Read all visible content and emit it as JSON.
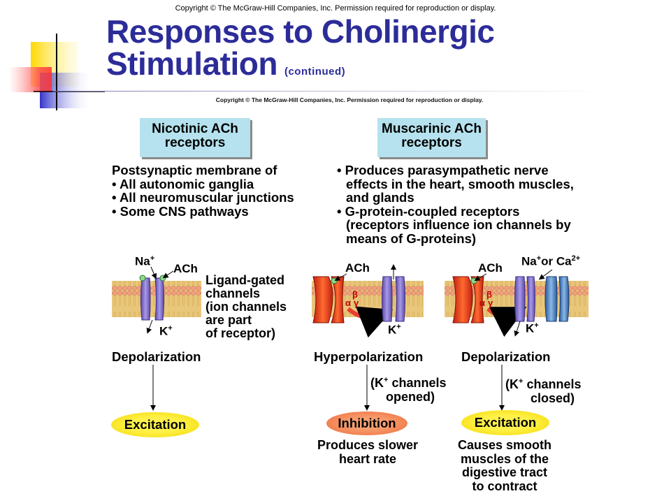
{
  "header": {
    "copyright_top": "Copyright © The McGraw-Hill Companies, Inc. Permission required for reproduction or display.",
    "title_line1": "Responses to Cholinergic",
    "title_line2": "Stimulation",
    "title_suffix": "(continued)"
  },
  "figure": {
    "copyright": "Copyright © The McGraw-Hill Companies, Inc. Permission required for reproduction or display.",
    "nicotinic": {
      "box_line1": "Nicotinic ACh",
      "box_line2": "receptors",
      "intro": "Postsynaptic membrane of",
      "bullets": [
        "All autonomic ganglia",
        "All neuromuscular junctions",
        "Some CNS pathways"
      ],
      "ion_top": "Na",
      "ion_top_sup": "+",
      "ligand": "ACh",
      "ion_bottom": "K",
      "ion_bottom_sup": "+",
      "channel_note": [
        "Ligand-gated",
        "channels",
        "(ion channels",
        "are part",
        "of receptor)"
      ],
      "effect": "Depolarization",
      "outcome": "Excitation"
    },
    "muscarinic": {
      "box_line1": "Muscarinic ACh",
      "box_line2": "receptors",
      "bullet1": [
        "Produces parasympathetic nerve",
        "effects in the heart, smooth muscles,",
        "and glands"
      ],
      "bullet2": [
        "G-protein-coupled receptors",
        "(receptors influence ion channels by",
        "means of G-proteins)"
      ],
      "left": {
        "ligand": "ACh",
        "alpha": "α",
        "beta": "β",
        "gamma": "γ",
        "ion_bottom": "K",
        "ion_bottom_sup": "+",
        "effect": "Hyperpolarization",
        "note_line1_ion": "K",
        "note_line1_sup": "+",
        "note_line1_rest": " channels",
        "note_line2": "opened)",
        "outcome": "Inhibition",
        "result": [
          "Produces slower",
          "heart rate"
        ]
      },
      "right": {
        "ligand": "ACh",
        "alpha": "α",
        "beta": "β",
        "gamma": "γ",
        "ion_top1": "Na",
        "ion_top1_sup": "+",
        "ion_top_or": "or Ca",
        "ion_top2_sup": "2+",
        "ion_bottom": "K",
        "ion_bottom_sup": "+",
        "effect": "Depolarization",
        "note_line1_ion": "K",
        "note_line1_sup": "+",
        "note_line1_rest": " channels",
        "note_line2": "closed)",
        "outcome": "Excitation",
        "result": [
          "Causes smooth",
          "muscles of the",
          "digestive tract",
          "to contract"
        ]
      }
    }
  },
  "colors": {
    "title": "#2c2c99",
    "box": "#b5e2ee",
    "oval_excitation": "#f6e000",
    "oval_inhibition": "#f07a4a",
    "channel": "#7b68c9",
    "receptor": "#e8391a",
    "membrane": "#e8a27a"
  }
}
